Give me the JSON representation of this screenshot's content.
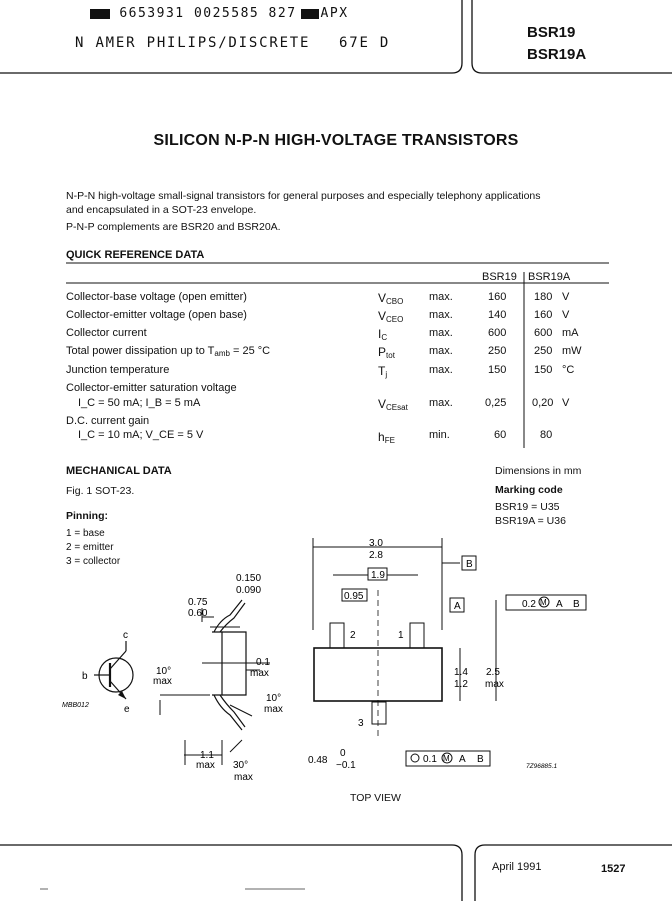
{
  "header": {
    "line1_code": "6653931 0025585 827",
    "line1_tag": "APX",
    "line2_company": "N AMER PHILIPS/DISCRETE",
    "line2_code": "67E D",
    "type_numbers": [
      "BSR19",
      "BSR19A"
    ]
  },
  "title": "SILICON N-P-N HIGH-VOLTAGE TRANSISTORS",
  "intro": [
    "N-P-N high-voltage small-signal transistors for general purposes and especially telephony applications",
    "and encapsulated in a SOT-23 envelope.",
    "P-N-P complements are BSR20 and BSR20A."
  ],
  "quick_reference": {
    "heading": "QUICK REFERENCE DATA",
    "columns": [
      "BSR19",
      "BSR19A"
    ],
    "rows": [
      {
        "param": "Collector-base voltage (open emitter)",
        "sym": "V",
        "sub": "CBO",
        "lim": "max.",
        "v1": "160",
        "v2": "180",
        "unit": "V"
      },
      {
        "param": "Collector-emitter voltage (open base)",
        "sym": "V",
        "sub": "CEO",
        "lim": "max.",
        "v1": "140",
        "v2": "160",
        "unit": "V"
      },
      {
        "param": "Collector current",
        "sym": "I",
        "sub": "C",
        "lim": "max.",
        "v1": "600",
        "v2": "600",
        "unit": "mA"
      },
      {
        "param": "Total power dissipation up to T",
        "param_sub": "amb",
        "param_tail": " = 25 °C",
        "sym": "P",
        "sub": "tot",
        "lim": "max.",
        "v1": "250",
        "v2": "250",
        "unit": "mW"
      },
      {
        "param": "Junction temperature",
        "sym": "T",
        "sub": "j",
        "lim": "max.",
        "v1": "150",
        "v2": "150",
        "unit": "°C"
      },
      {
        "param": "Collector-emitter saturation voltage",
        "cond": "I_C = 50 mA; I_B = 5 mA",
        "sym": "V",
        "sub": "CEsat",
        "lim": "max.",
        "v1": "0,25",
        "v2": "0,20",
        "unit": "V"
      },
      {
        "param": "D.C. current gain",
        "cond": "I_C = 10 mA; V_CE = 5 V",
        "sym": "h",
        "sub": "FE",
        "lim": "min.",
        "v1": "60",
        "v2": "80",
        "unit": ""
      }
    ]
  },
  "mechanical": {
    "heading": "MECHANICAL DATA",
    "dimensions_note": "Dimensions in mm",
    "fig_caption": "Fig. 1 SOT-23.",
    "marking_heading": "Marking code",
    "marking": [
      "BSR19 = U35",
      "BSR19A = U36"
    ],
    "pinning_heading": "Pinning:",
    "pins": [
      "1 = base",
      "2 = emitter",
      "3 = collector"
    ],
    "symbol_labels": {
      "c": "c",
      "b": "b",
      "e": "e",
      "code": "MBB012"
    },
    "side_view_labels": {
      "d1a": "0.150",
      "d1b": "0.090",
      "d2a": "0.75",
      "d2b": "0.60",
      "d3": "0.1",
      "d3_max": "max",
      "ang1": "10°",
      "ang1_max": "max",
      "ang2": "10°",
      "ang2_max": "max",
      "d4": "1.1",
      "d4_max": "max",
      "ang3": "30°",
      "ang3_max": "max"
    },
    "top_view_labels": {
      "w1": "3.0",
      "w2": "2.8",
      "pitch": "1.9",
      "pad": "0.95",
      "ref_b": "B",
      "ref_a": "A",
      "tol1": "0.2",
      "tol1_mod": "M",
      "tol1_a": "A",
      "tol1_b": "B",
      "pin2": "2",
      "pin1": "1",
      "pin3": "3",
      "h1a": "1.4",
      "h1b": "1.2",
      "h2": "2.5",
      "h2_max": "max",
      "lead_w": "0.48",
      "lead_tol_plus": "0",
      "lead_tol_minus": "−0.1",
      "tol2": "0.1",
      "tol2_mod": "M",
      "tol2_a": "A",
      "tol2_b": "B",
      "drawing_code": "7Z96885.1",
      "view": "TOP VIEW"
    }
  },
  "footer": {
    "date": "April 1991",
    "page": "1527"
  }
}
